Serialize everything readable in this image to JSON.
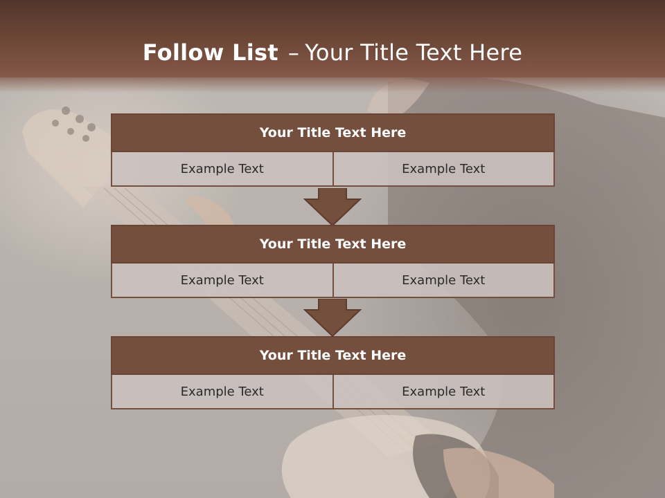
{
  "slide": {
    "title_bold": "Follow List",
    "title_dash": "–",
    "title_rest": "Your Title Text Here"
  },
  "blocks": [
    {
      "title": "Your Title Text Here",
      "left": "Example Text",
      "right": "Example Text"
    },
    {
      "title": "Your Title Text Here",
      "left": "Example Text",
      "right": "Example Text"
    },
    {
      "title": "Your Title Text Here",
      "left": "Example Text",
      "right": "Example Text"
    }
  ],
  "colors": {
    "header_brown": "#6e4838",
    "block_brown": "#744f3e",
    "cell_bg": "#cbc2be"
  }
}
